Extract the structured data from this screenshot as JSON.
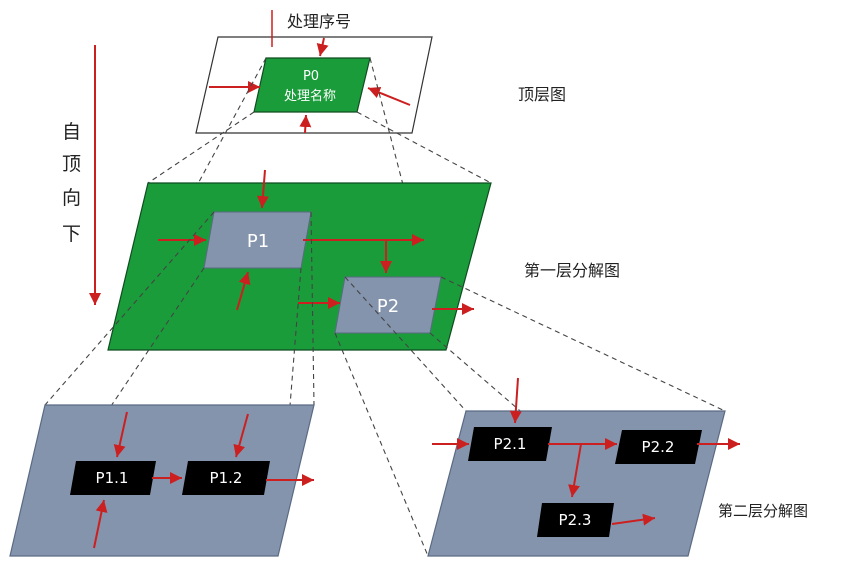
{
  "labels": {
    "process_number": "处理序号",
    "process_name": "处理名称",
    "top_level": "顶层图",
    "first_level": "第一层分解图",
    "second_level": "第二层分解图",
    "top_down": [
      "自",
      "顶",
      "向",
      "下"
    ]
  },
  "nodes": {
    "p0": "P0",
    "p1": "P1",
    "p2": "P2",
    "p1_1": "P1.1",
    "p1_2": "P1.2",
    "p2_1": "P2.1",
    "p2_2": "P2.2",
    "p2_3": "P2.3"
  },
  "colors": {
    "green": "#1a9c3a",
    "blue_gray": "#8494ad",
    "black": "#000000",
    "red": "#cc1f1f",
    "dashed": "#555555"
  }
}
